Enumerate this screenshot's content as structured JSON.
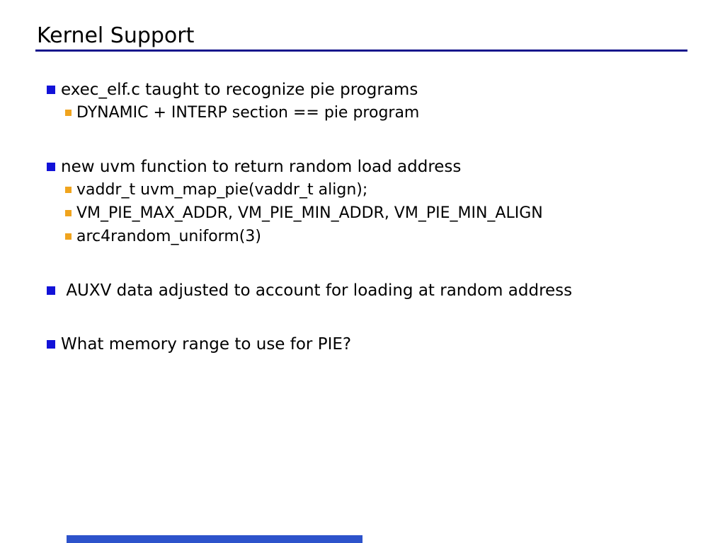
{
  "slide": {
    "title": "Kernel Support",
    "bullets": [
      {
        "level": 1,
        "text": "exec_elf.c taught to recognize pie programs"
      },
      {
        "level": 2,
        "text": "DYNAMIC + INTERP section == pie program"
      },
      {
        "level": 1,
        "text": "new uvm function to return random load address"
      },
      {
        "level": 2,
        "text": "vaddr_t uvm_map_pie(vaddr_t align);"
      },
      {
        "level": 2,
        "text": "VM_PIE_MAX_ADDR, VM_PIE_MIN_ADDR, VM_PIE_MIN_ALIGN"
      },
      {
        "level": 2,
        "text": "arc4random_uniform(3)"
      },
      {
        "level": 1,
        "text": " AUXV data adjusted to account for loading at random address"
      },
      {
        "level": 1,
        "text": "What memory range to use for PIE?"
      }
    ],
    "colors": {
      "title_rule": "#16168c",
      "bullet_level1": "#1212d8",
      "bullet_level2": "#f0a41e",
      "progress_bar": "#2d53cb"
    }
  }
}
